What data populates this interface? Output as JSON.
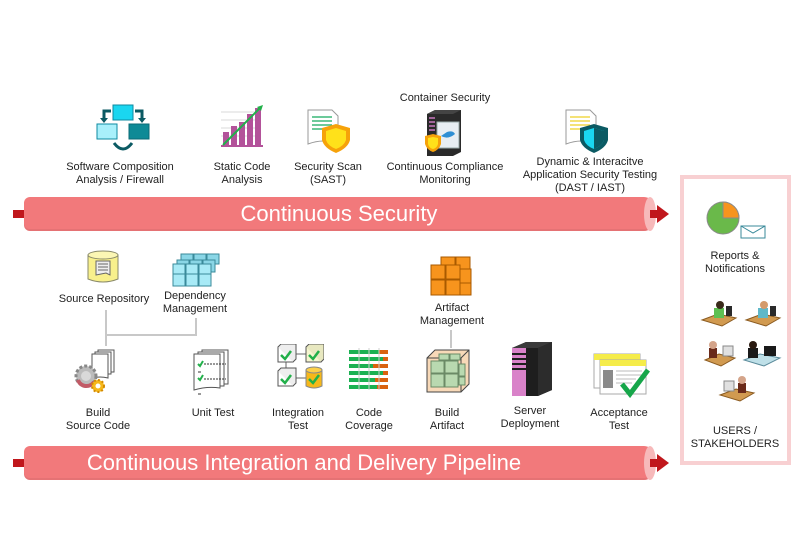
{
  "security_stage": {
    "pipeline_label": "Continuous Security",
    "top_caption": "Container Security",
    "tools": [
      {
        "icon": "software-composition-icon",
        "label_lines": [
          "Software Composition",
          "Analysis / Firewall"
        ]
      },
      {
        "icon": "static-code-analysis-icon",
        "label_lines": [
          "Static Code",
          "Analysis"
        ]
      },
      {
        "icon": "security-scan-icon",
        "label_lines": [
          "Security Scan",
          "(SAST)"
        ]
      },
      {
        "icon": "container-security-icon",
        "label_lines": [
          "Continuous Compliance",
          "Monitoring"
        ]
      },
      {
        "icon": "dast-iast-icon",
        "label_lines": [
          "Dynamic & Interacitve",
          "Application  Security Testing",
          "(DAST / IAST)"
        ]
      }
    ]
  },
  "ci_stage": {
    "pipeline_label": "Continuous Integration and Delivery Pipeline",
    "upper_tools": [
      {
        "icon": "source-repository-icon",
        "label_lines": [
          "Source Repository"
        ]
      },
      {
        "icon": "dependency-management-icon",
        "label_lines": [
          "Dependency",
          "Management"
        ]
      },
      {
        "icon": "artifact-management-icon",
        "label_lines": [
          "Artifact",
          "Management"
        ]
      }
    ],
    "steps": [
      {
        "icon": "build-source-icon",
        "label_lines": [
          "Build",
          "Source Code"
        ]
      },
      {
        "icon": "unit-test-icon",
        "label_lines": [
          "Unit Test"
        ]
      },
      {
        "icon": "integration-test-icon",
        "label_lines": [
          "Integration",
          "Test"
        ]
      },
      {
        "icon": "code-coverage-icon",
        "label_lines": [
          "Code",
          "Coverage"
        ]
      },
      {
        "icon": "build-artifact-icon",
        "label_lines": [
          "Build",
          "Artifact"
        ]
      },
      {
        "icon": "server-deployment-icon",
        "label_lines": [
          "Server",
          "Deployment"
        ]
      },
      {
        "icon": "acceptance-test-icon",
        "label_lines": [
          "Acceptance",
          "Test"
        ]
      }
    ]
  },
  "stakeholders": {
    "reports_label_lines": [
      "Reports &",
      "Notifications"
    ],
    "users_label_lines": [
      "USERS /",
      "STAKEHOLDERS"
    ]
  },
  "colors": {
    "pipe": "#f2797b",
    "arrow": "#c0171c",
    "box_border": "#f8d0d2"
  }
}
